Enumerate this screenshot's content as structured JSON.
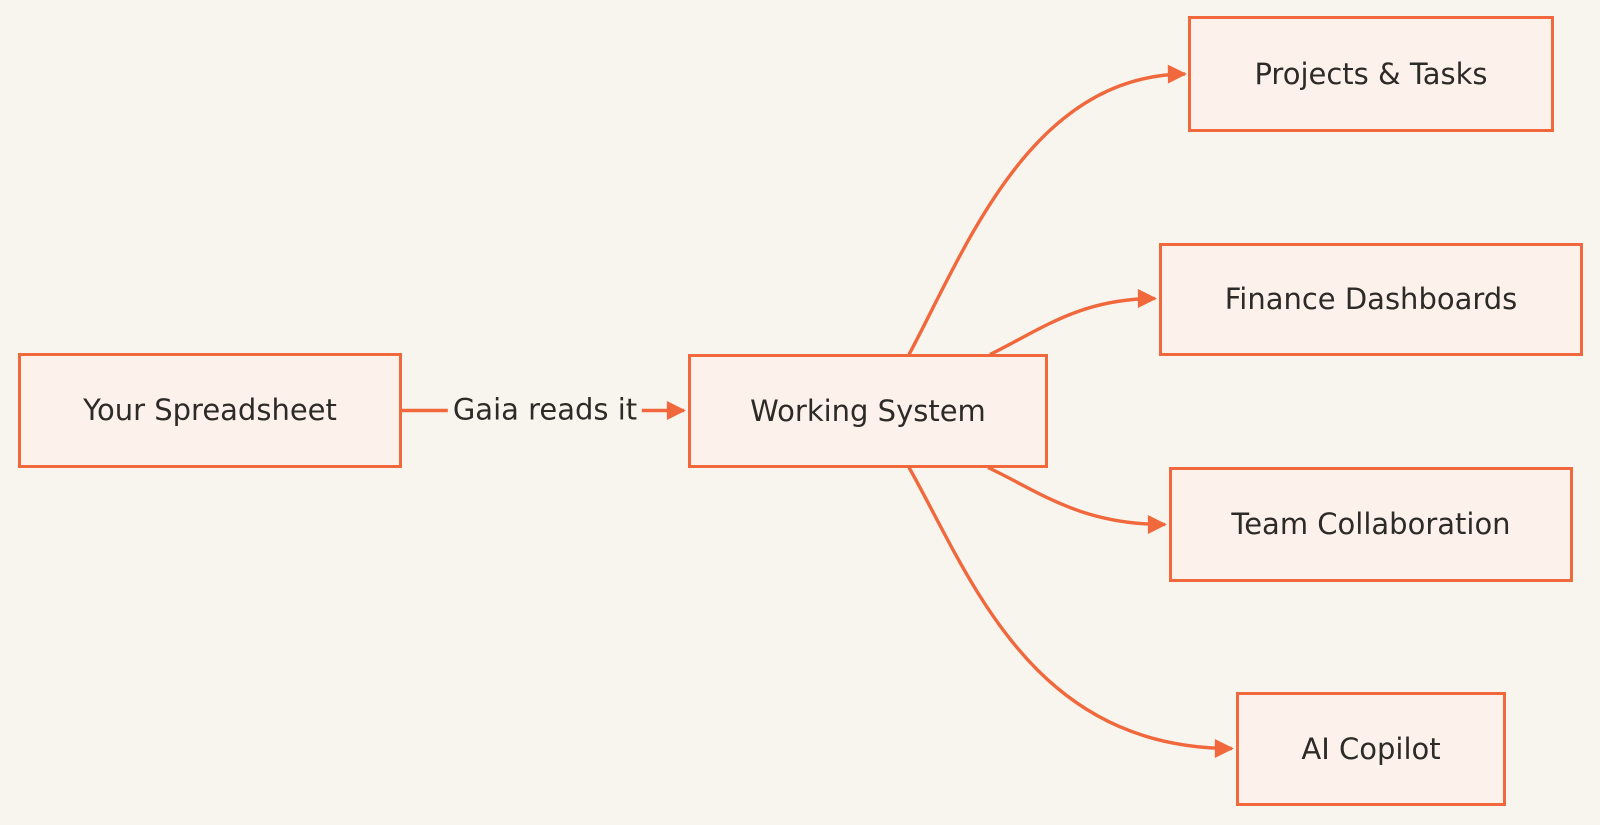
{
  "diagram": {
    "type": "flowchart-LR",
    "colors": {
      "background": "#f8f5ef",
      "node_fill": "#fdf1eb",
      "accent": "#f0683c",
      "text": "#2d2b27"
    },
    "nodes": {
      "spreadsheet": {
        "label": "Your Spreadsheet"
      },
      "working_system": {
        "label": "Working System"
      },
      "projects": {
        "label": "Projects & Tasks"
      },
      "finance": {
        "label": "Finance Dashboards"
      },
      "team": {
        "label": "Team Collaboration"
      },
      "ai": {
        "label": "AI Copilot"
      }
    },
    "edges": [
      {
        "from": "spreadsheet",
        "to": "working_system",
        "label": "Gaia reads it"
      },
      {
        "from": "working_system",
        "to": "projects",
        "label": ""
      },
      {
        "from": "working_system",
        "to": "finance",
        "label": ""
      },
      {
        "from": "working_system",
        "to": "team",
        "label": ""
      },
      {
        "from": "working_system",
        "to": "ai",
        "label": ""
      }
    ]
  }
}
